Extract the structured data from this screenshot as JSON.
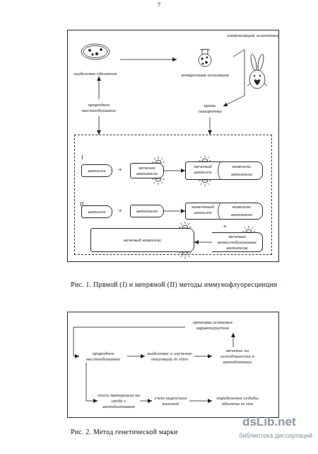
{
  "diagram": {
    "nodes": [
      {
        "text": [
          "Рис. 1. Прямой (I) и непрямой (II) методы иммунофлуоресценции"
        ]
      },
      {
        "text": [
          "выделение объектов"
        ],
        "in": 0
      },
      {
        "text": [
          "конкретная популяция"
        ],
        "in": 0
      },
      {
        "text": [
          "кровь сыворотка"
        ],
        "in": 0
      },
      {
        "text": [
          "природное местообитание"
        ],
        "in": 0
      },
      {
        "text": [
          "I",
          "II"
        ],
        "in": 0
      },
      {
        "text": [
          "антиген"
        ],
        "in": 5
      },
      {
        "text": [
          "меченое антитело"
        ],
        "in": 5
      },
      {
        "text": [
          "меченый антиген",
          "комплекс",
          "антитело"
        ],
        "in": 5
      },
      {
        "text": [
          "антиген"
        ],
        "in": 5
      },
      {
        "text": [
          "антитело"
        ],
        "in": 5
      },
      {
        "text": [
          "немеченый антиген",
          "комплекс",
          "антитело"
        ],
        "in": 5
      },
      {
        "text": [
          "меченый комплекс"
        ],
        "in": 5
      },
      {
        "text": [
          "меченые антиглобулиновые антитела"
        ],
        "in": 5
      },
      {
        "text": [
          "Рис. 2. Метод генетической марки"
        ]
      },
      {
        "text": [
          "проверка основных характеристик"
        ],
        "in": 14
      },
      {
        "text": [
          "природное местообитание"
        ],
        "in": 14
      },
      {
        "text": [
          "выделение и изучение популяции in vitro"
        ],
        "in": 14
      },
      {
        "text": [
          "мечение по устойчивости к антибиотику"
        ],
        "in": 14
      },
      {
        "text": [
          "посев материала на среду с антибиотиком"
        ],
        "in": 14
      },
      {
        "text": [
          "учет выросших колоний"
        ],
        "in": 14
      },
      {
        "text": [
          "определение судьбы объекта in situ"
        ],
        "in": 14
      }
    ],
    "edges": [
      {
        "from": 1,
        "to": 2,
        "arrow": "to"
      },
      {
        "from": 2,
        "to": 3,
        "label": "иммунизация животных",
        "arrow": "to"
      },
      {
        "from": 4,
        "to": 1,
        "arrow": "to"
      },
      {
        "from": 4,
        "to": 5,
        "arrow": "to"
      },
      {
        "from": 3,
        "to": 5,
        "arrow": "to"
      },
      {
        "from": 7,
        "to": 8,
        "arrow": "to"
      },
      {
        "from": 10,
        "to": 11,
        "arrow": "to"
      },
      {
        "from": 13,
        "to": 12,
        "arrow": "to"
      },
      {
        "from": 16,
        "to": 17,
        "arrow": "to"
      },
      {
        "from": 17,
        "to": 18,
        "arrow": "to"
      },
      {
        "from": 18,
        "to": 15,
        "arrow": "to"
      },
      {
        "from": 15,
        "to": 16,
        "arrow": "to"
      },
      {
        "from": 16,
        "to": 19,
        "arrow": "to"
      },
      {
        "from": 19,
        "to": 20,
        "arrow": "to"
      },
      {
        "from": 20,
        "to": 21,
        "arrow": "to"
      }
    ],
    "labels": [
      "7",
      "+",
      "+",
      "+",
      "dsLib.net",
      "библиотека диссертаций"
    ]
  }
}
